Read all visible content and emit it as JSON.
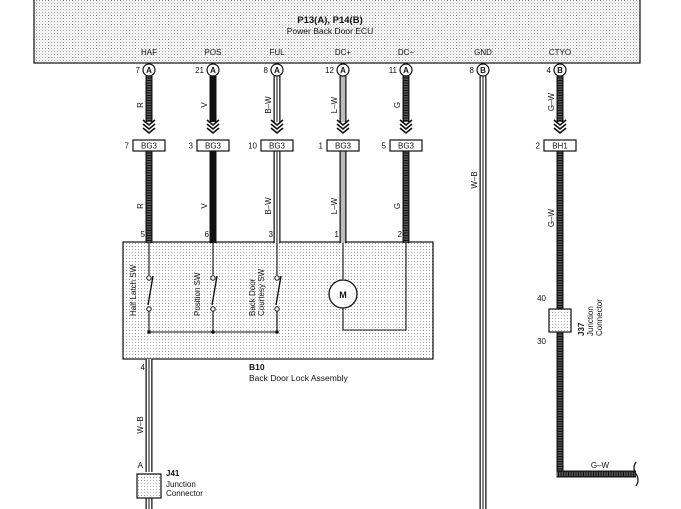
{
  "ecu": {
    "code": "P13(A), P14(B)",
    "name": "Power Back Door ECU",
    "pins": [
      {
        "name": "HAF",
        "num": "7",
        "conn": "A"
      },
      {
        "name": "POS",
        "num": "21",
        "conn": "A"
      },
      {
        "name": "FUL",
        "num": "8",
        "conn": "A"
      },
      {
        "name": "DC+",
        "num": "12",
        "conn": "A"
      },
      {
        "name": "DC−",
        "num": "11",
        "conn": "A"
      },
      {
        "name": "GND",
        "num": "8",
        "conn": "B"
      },
      {
        "name": "CTYO",
        "num": "4",
        "conn": "B"
      }
    ]
  },
  "wires": [
    {
      "color_top": "R",
      "conn_pin": "7",
      "conn": "BG3",
      "color_bottom": "R",
      "asm_pin": "5"
    },
    {
      "color_top": "V",
      "conn_pin": "3",
      "conn": "BG3",
      "color_bottom": "V",
      "asm_pin": "6"
    },
    {
      "color_top": "B–W",
      "conn_pin": "10",
      "conn": "BG3",
      "color_bottom": "B–W",
      "asm_pin": "3"
    },
    {
      "color_top": "L–W",
      "conn_pin": "1",
      "conn": "BG3",
      "color_bottom": "L–W",
      "asm_pin": "1"
    },
    {
      "color_top": "G",
      "conn_pin": "5",
      "conn": "BG3",
      "color_bottom": "G",
      "asm_pin": "2"
    }
  ],
  "gnd_wire": {
    "color": "W–B"
  },
  "ctyo_wire": {
    "color_top": "G–W",
    "conn_pin": "2",
    "conn": "BH1",
    "color_mid": "G–W",
    "color_bottom": "G–W"
  },
  "assembly": {
    "code": "B10",
    "name": "Back Door Lock Assembly",
    "switches": [
      "Half Latch SW",
      "Position SW",
      "Back Door\nCourtesy SW"
    ],
    "motor": "M",
    "out_pin": "4",
    "out_wire": "W–B"
  },
  "j37": {
    "code": "J37",
    "name": "Junction\nConnector",
    "pin_top": "40",
    "pin_bottom": "30"
  },
  "j41": {
    "code": "J41",
    "name": "Junction\nConnector",
    "pin": "A"
  }
}
